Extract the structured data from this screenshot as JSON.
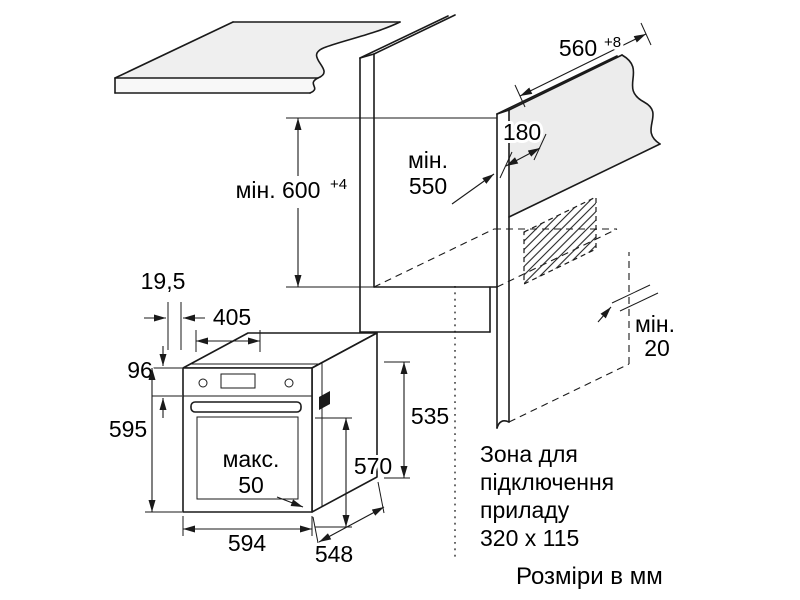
{
  "drawing": {
    "niche": {
      "width": {
        "value": "560",
        "tol": "+8"
      },
      "height": {
        "label": "мін. 600",
        "tol": "+4"
      },
      "depth": {
        "prefix": "мін.",
        "value": "550"
      },
      "zone_offset": "180",
      "rear_gap": {
        "prefix": "мін.",
        "value": "20"
      }
    },
    "oven": {
      "overhang": "19,5",
      "top_depth": "405",
      "panel_height": "96",
      "height": "595",
      "max_protrusion": {
        "prefix": "макс.",
        "value": "50"
      },
      "inner_height": "570",
      "side_height": "535",
      "width": "594",
      "depth": "548"
    },
    "connection_zone_note": [
      "Зона для",
      "підключення",
      "приладу",
      "320 x 115"
    ],
    "units_note": "Розміри в мм",
    "colors": {
      "line": "#1a1a1a",
      "worktop_fill": "#efefef",
      "panel_fill": "#ececec"
    }
  }
}
